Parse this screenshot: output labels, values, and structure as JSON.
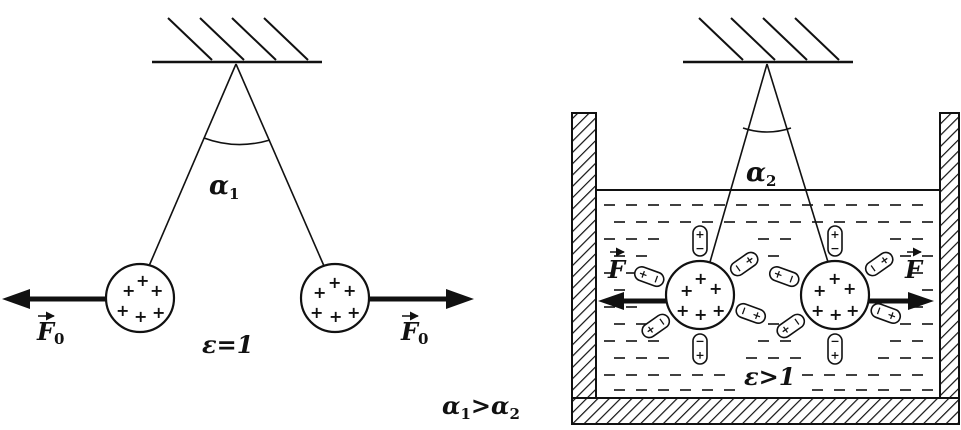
{
  "left": {
    "angle_symbol": "α",
    "angle_sub": "1",
    "force_symbol": "F",
    "force_sub": "0",
    "eps_label": "ε=1",
    "charge": "+"
  },
  "right": {
    "angle_symbol": "α",
    "angle_sub": "2",
    "force_symbol": "F",
    "eps_label": "ε>1",
    "charge": "+",
    "dipole_plus": "+",
    "dipole_minus": "−"
  },
  "relation": {
    "a": "α",
    "a_sub": "1",
    "op": ">",
    "b": "α",
    "b_sub": "2"
  }
}
